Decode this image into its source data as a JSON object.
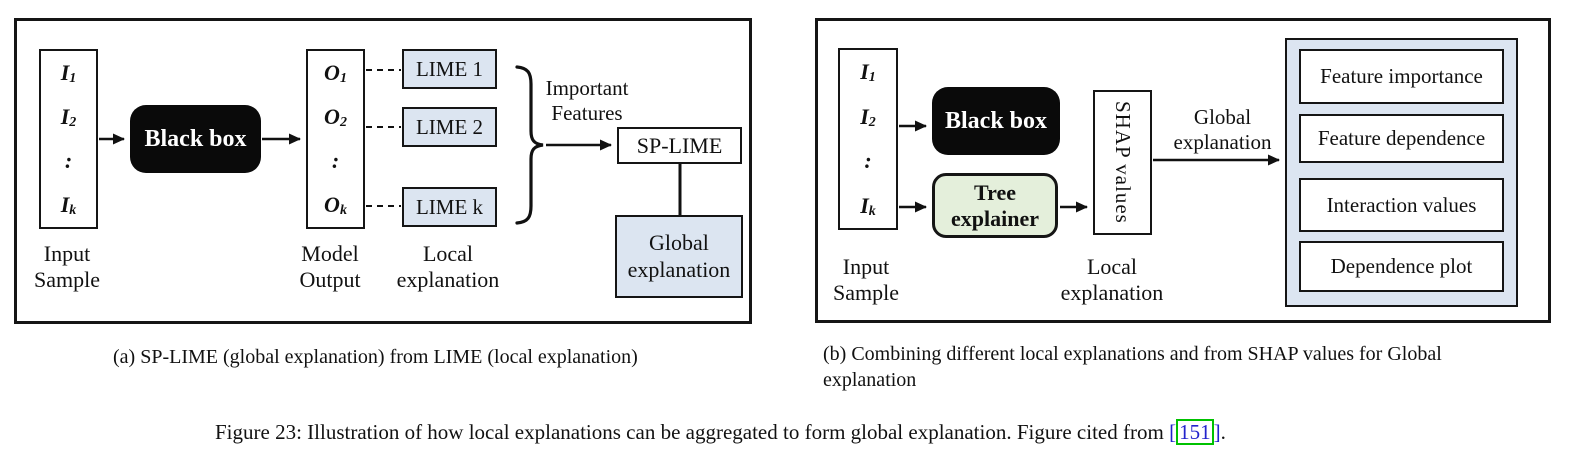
{
  "colors": {
    "light_blue": "#dce5f1",
    "light_green": "#e4efdb",
    "box_black": "#0a0a0a",
    "cite_blue": "#2323cc",
    "cite_green": "#00c200"
  },
  "panel_a": {
    "input_box": {
      "items": [
        {
          "base": "I",
          "sub": "1"
        },
        {
          "base": "I",
          "sub": "2"
        },
        {
          "base": ":",
          "sub": ""
        },
        {
          "base": "I",
          "sub": "k"
        }
      ]
    },
    "black_box_label": "Black box",
    "output_box": {
      "items": [
        {
          "base": "O",
          "sub": "1"
        },
        {
          "base": "O",
          "sub": "2"
        },
        {
          "base": ":",
          "sub": ""
        },
        {
          "base": "O",
          "sub": "k"
        }
      ]
    },
    "lime_boxes": [
      "LIME 1",
      "LIME 2",
      "LIME k"
    ],
    "input_label": "Input Sample",
    "output_label": "Model Output",
    "local_label": "Local explanation",
    "brace_label": "Important Features",
    "sp_lime_label": "SP-LIME",
    "global_label": "Global explanation",
    "caption": "(a) SP-LIME (global explanation) from LIME (local explanation)"
  },
  "panel_b": {
    "input_box": {
      "items": [
        {
          "base": "I",
          "sub": "1"
        },
        {
          "base": "I",
          "sub": "2"
        },
        {
          "base": ":",
          "sub": ""
        },
        {
          "base": "I",
          "sub": "k"
        }
      ]
    },
    "black_box_label": "Black box",
    "tree_explainer_label": "Tree explainer",
    "shap_label": "SHAP values",
    "global_label": "Global explanation",
    "feature_boxes": [
      "Feature importance",
      "Feature dependence",
      "Interaction values",
      "Dependence plot"
    ],
    "input_label": "Input Sample",
    "local_label": "Local explanation",
    "caption": "(b) Combining different local explanations and from SHAP values for Global explanation"
  },
  "figure_caption": {
    "prefix": "Figure 23: Illustration of how local explanations can be aggregated to form global explanation. Figure cited from ",
    "bracket_left": "[",
    "citation": "151",
    "bracket_right": "]",
    "suffix": "."
  }
}
